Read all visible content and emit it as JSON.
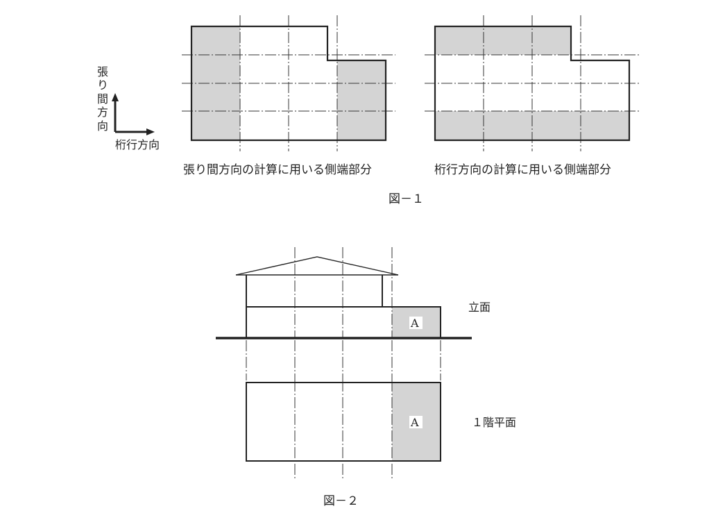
{
  "figure1": {
    "axis_label_vertical": [
      "張",
      "り",
      "間",
      "方",
      "向"
    ],
    "axis_label_horizontal": "桁行方向",
    "caption_left": "張り間方向の計算に用いる側端部分",
    "caption_right": "桁行方向の計算に用いる側端部分",
    "title": "図－１"
  },
  "figure2": {
    "label_elevation": "立面",
    "label_plan": "１階平面",
    "marker_elevation": "A",
    "marker_plan": "A",
    "title": "図－２"
  },
  "colors": {
    "shade": "#d4d4d4",
    "line": "#222222"
  }
}
